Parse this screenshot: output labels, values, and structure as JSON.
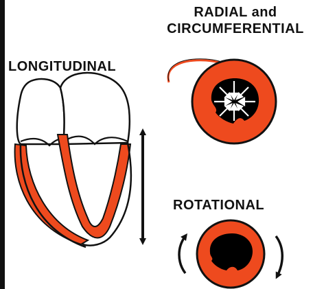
{
  "labels": {
    "longitudinal": "LONGITUDINAL",
    "radial_line1": "RADIAL and",
    "radial_line2": "CIRCUMFERENTIAL",
    "rotational": "ROTATIONAL"
  },
  "colors": {
    "myocardium": "#ee4a1e",
    "outline": "#111111",
    "cavity": "#000000",
    "background": "#ffffff"
  },
  "icons": {
    "heart": "heart-longitudinal-icon",
    "radial": "radial-ring-icon",
    "rotation": "rotational-ring-icon",
    "vertical_arrow": "double-headed-arrow-icon"
  }
}
